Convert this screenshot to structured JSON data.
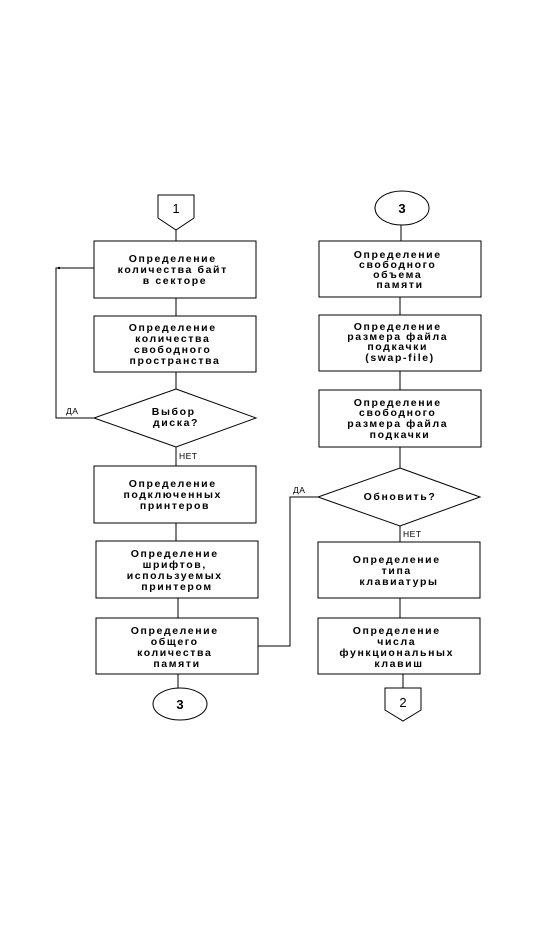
{
  "diagram": {
    "left_column": {
      "start_connector": "1",
      "boxes": [
        [
          "Определение",
          "количества байт",
          "в секторе"
        ],
        [
          "Определение",
          "количества",
          "свободного",
          "пространства"
        ]
      ],
      "decision": [
        "Выбор",
        "диска?"
      ],
      "decision_yes_label": "ДА",
      "decision_no_label": "НЕТ",
      "boxes_after": [
        [
          "Определение",
          "подключенных",
          "принтеров"
        ],
        [
          "Определение",
          "шрифтов,",
          "используемых",
          "принтером"
        ],
        [
          "Определение",
          "общего",
          "количества",
          "памяти"
        ]
      ],
      "end_connector": "3"
    },
    "right_column": {
      "start_connector": "3",
      "boxes": [
        [
          "Определение",
          "свободного",
          "объема",
          "памяти"
        ],
        [
          "Определение",
          "размера файла",
          "подкачки",
          "(swap-file)"
        ],
        [
          "Определение",
          "свободного",
          "размера файла",
          "подкачки"
        ]
      ],
      "decision": [
        "Обновить?"
      ],
      "decision_yes_label": "ДА",
      "decision_no_label": "НЕТ",
      "boxes_after": [
        [
          "Определение",
          "типа",
          "клавиатуры"
        ],
        [
          "Определение",
          "числа",
          "функциональных",
          "клавиш"
        ]
      ],
      "end_connector": "2"
    }
  }
}
